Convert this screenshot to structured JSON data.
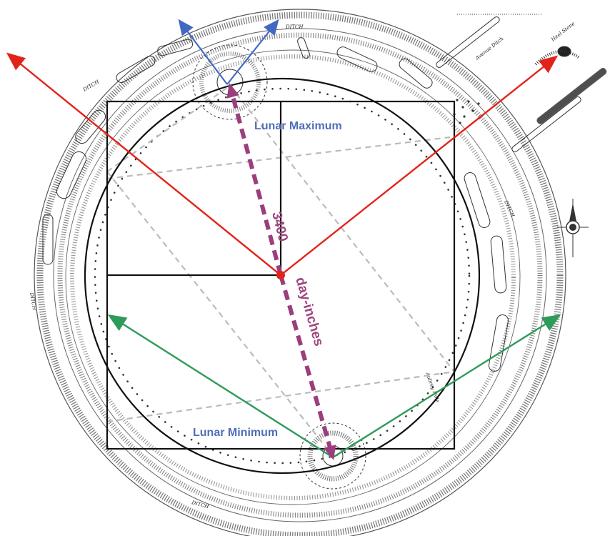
{
  "labels": {
    "lunar_maximum": "Lunar Maximum",
    "lunar_minimum": "Lunar Minimum",
    "measure_value": "3400",
    "measure_unit": "day-inches"
  },
  "plan_labels": {
    "ditch": "DITCH",
    "avenue_ditch": "Avenue Ditch",
    "heel_stone": "Heel Stone",
    "aubrey_hole": "Aubrey Hole"
  },
  "colors": {
    "solar_arrows": "#e2231a",
    "lunar_max_arrows": "#4169c4",
    "lunar_min_arrows": "#2e9b5b",
    "measure_line": "#9b3e7d",
    "geometry": "#111111",
    "diagonals": "#bbbbbb"
  },
  "icons": {
    "compass": "north-compass-icon"
  }
}
